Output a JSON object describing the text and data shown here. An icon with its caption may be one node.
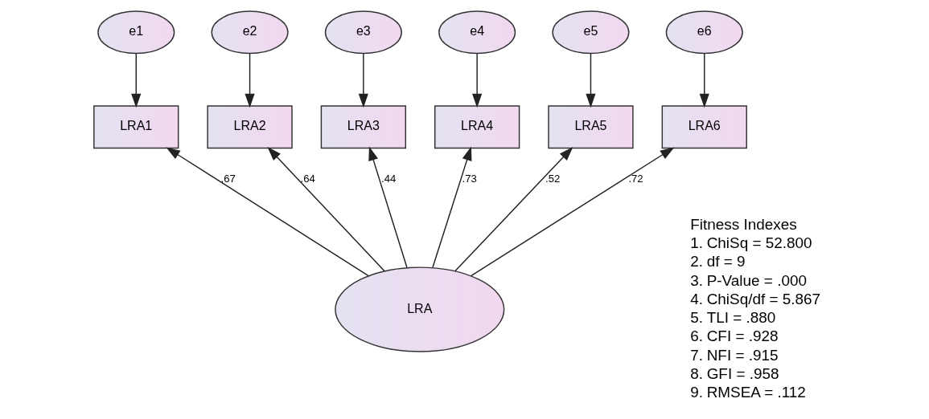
{
  "diagram": {
    "nodes": [
      {
        "text": [
          "e1"
        ]
      },
      {
        "text": [
          "e2"
        ]
      },
      {
        "text": [
          "e3"
        ]
      },
      {
        "text": [
          "e4"
        ]
      },
      {
        "text": [
          "e5"
        ]
      },
      {
        "text": [
          "e6"
        ]
      },
      {
        "text": [
          "LRA1"
        ]
      },
      {
        "text": [
          "LRA2"
        ]
      },
      {
        "text": [
          "LRA3"
        ]
      },
      {
        "text": [
          "LRA4"
        ]
      },
      {
        "text": [
          "LRA5"
        ]
      },
      {
        "text": [
          "LRA6"
        ]
      },
      {
        "text": [
          "LRA"
        ]
      }
    ],
    "edges": [
      {
        "from": 0,
        "to": 6,
        "arrow": "to"
      },
      {
        "from": 1,
        "to": 7,
        "arrow": "to"
      },
      {
        "from": 2,
        "to": 8,
        "arrow": "to"
      },
      {
        "from": 3,
        "to": 9,
        "arrow": "to"
      },
      {
        "from": 4,
        "to": 10,
        "arrow": "to"
      },
      {
        "from": 5,
        "to": 11,
        "arrow": "to"
      },
      {
        "from": 12,
        "to": 6,
        "arrow": "to",
        "label": ".67"
      },
      {
        "from": 12,
        "to": 7,
        "arrow": "to",
        "label": ".64"
      },
      {
        "from": 12,
        "to": 8,
        "arrow": "to",
        "label": ".44"
      },
      {
        "from": 12,
        "to": 9,
        "arrow": "to",
        "label": ".73"
      },
      {
        "from": 12,
        "to": 10,
        "arrow": "to",
        "label": ".52"
      },
      {
        "from": 12,
        "to": 11,
        "arrow": "to",
        "label": ".72"
      }
    ],
    "labels": [
      "Fitness Indexes",
      "1.",
      "ChiSq = 52.800",
      "2.",
      "df = 9",
      "3.",
      "P-Value = .000",
      "4.",
      "ChiSq/df = 5.867",
      "5.",
      "TLI = .880",
      "6.",
      "CFI = .928",
      "7.",
      "NFI = .915",
      "8.",
      "GFI = .958",
      "9.",
      "RMSEA = .112"
    ]
  }
}
